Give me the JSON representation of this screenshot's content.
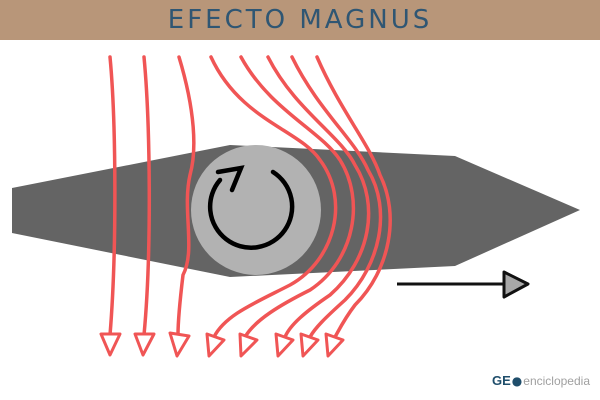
{
  "header": {
    "title": "EFECTO MAGNUS",
    "background": "#b89679",
    "title_color": "#2f5673"
  },
  "diagram": {
    "body_color": "#646464",
    "ball_color": "#b2b2b2",
    "flow_line_color": "#f05555",
    "rotation_direction": "clockwise",
    "motion_direction": "right",
    "flow_lines_count": 8
  },
  "logo": {
    "brand": "GE",
    "icon": "globe-icon",
    "suffix": "enciclopedia"
  }
}
